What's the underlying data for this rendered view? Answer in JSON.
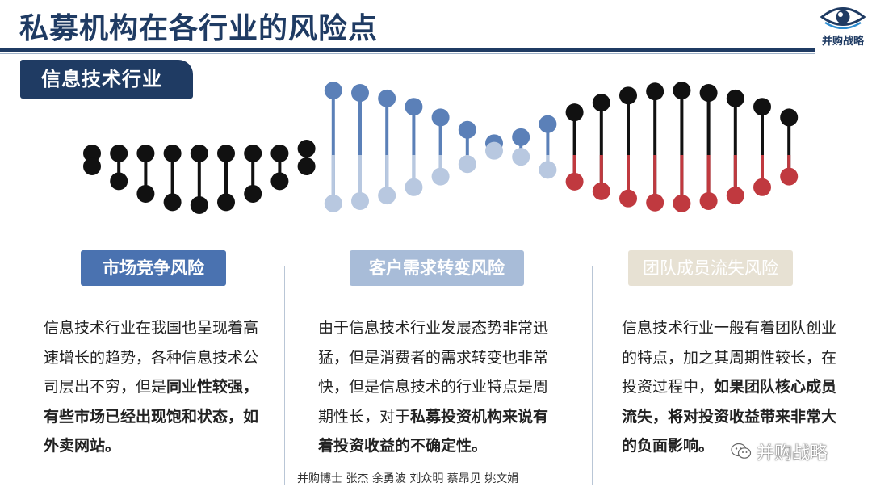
{
  "header": {
    "title": "私募机构在各行业的风险点",
    "logo_text": "并购战略"
  },
  "sector": {
    "label": "信息技术行业"
  },
  "risks": [
    {
      "label": "市场竞争风险",
      "text_plain": "信息技术行业在我国也呈现着高速增长的趋势，各种信息技术公司层出不穷，但是",
      "text_bold": "同业性较强，有些市场已经出现饱和状态，如外卖网站。",
      "text_after": ""
    },
    {
      "label": "客户需求转变风险",
      "text_plain": "由于信息技术行业发展态势非常迅猛，但是消费者的需求转变也非常快，但是信息技术的行业特点是周期性长，对于",
      "text_bold": "私募投资机构来说有着投资收益的不确定性。",
      "text_after": ""
    },
    {
      "label": "团队成员流失风险",
      "text_plain": "信息技术行业一般有着团队创业的特点，加之其周期性较长，在投资过程中，",
      "text_bold": "如果团队核心成员流失，将对投资收益带来非常大的负面影响。",
      "text_after": ""
    }
  ],
  "footer": {
    "authors": "并购博士 张杰  余勇波  刘众明  蔡昂见  姚文娟",
    "watermark": "并购战略"
  },
  "colors": {
    "navy": "#1f3b63",
    "helix_black": "#111111",
    "helix_blue": "#5b80b8",
    "helix_light_blue": "#b8c8e0",
    "helix_red": "#c0393f",
    "helix_pink": "#e9a5a8"
  },
  "icons": {
    "logo": "eye-icon",
    "watermark": "wechat-icon"
  }
}
